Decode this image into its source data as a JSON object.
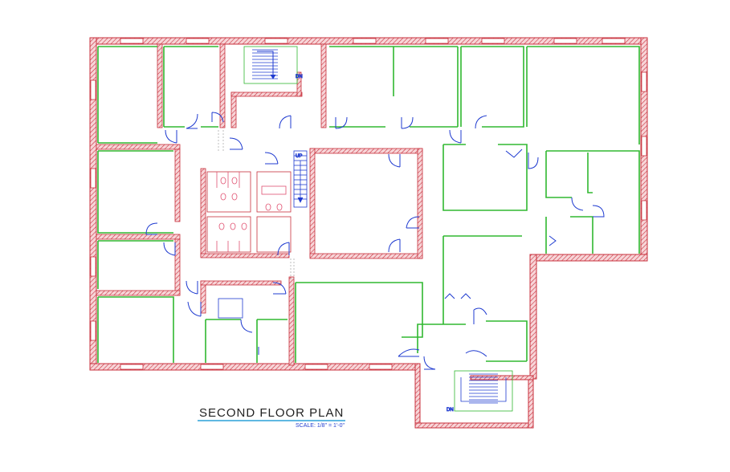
{
  "drawing": {
    "title": "SECOND FLOOR PLAN",
    "scale": "SCALE: 1/8\" = 1'-0\"",
    "stair_labels": [
      "DN",
      "DN",
      "UP"
    ]
  },
  "colors": {
    "exterior_wall": "#c8303c",
    "interior_wall": "#30b830",
    "door_swing": "#1f3bd0",
    "fixtures": "#e05070",
    "title_underline": "#2aa0d8"
  }
}
